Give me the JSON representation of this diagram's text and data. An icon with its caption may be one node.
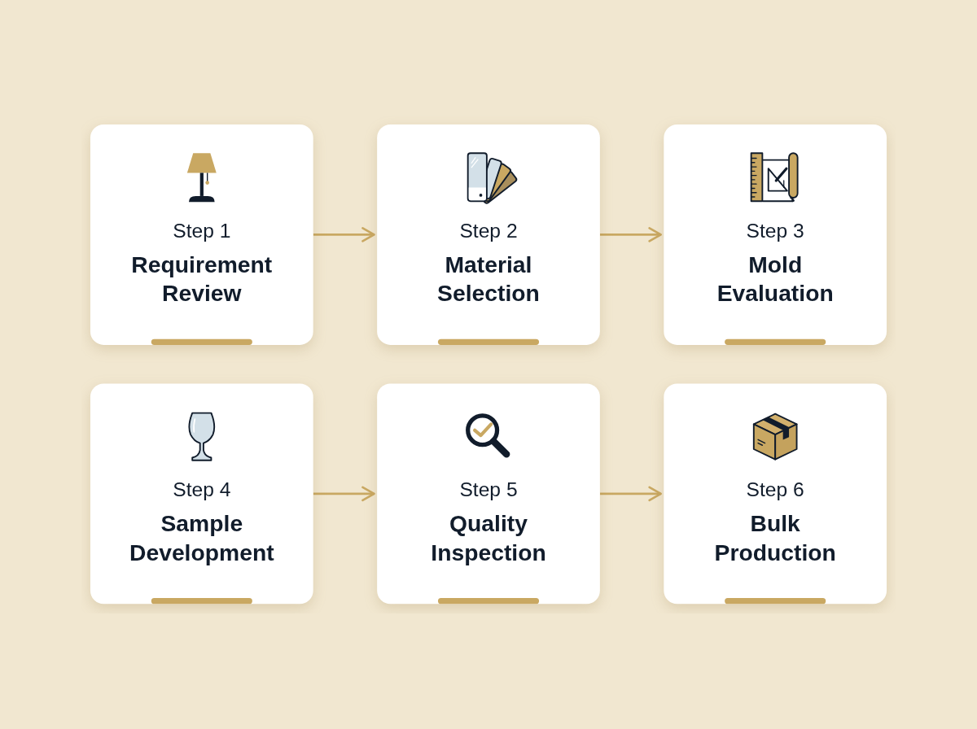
{
  "diagram": {
    "nodes": [
      {
        "text": [
          "Step 1",
          "Requirement Review"
        ]
      },
      {
        "text": [
          "Step 2",
          "Material Selection"
        ]
      },
      {
        "text": [
          "Step 3",
          "Mold Evaluation"
        ]
      },
      {
        "text": [
          "Step 4",
          "Sample Development"
        ]
      },
      {
        "text": [
          "Step 5",
          "Quality Inspection"
        ]
      },
      {
        "text": [
          "Step 6",
          "Bulk Production"
        ]
      }
    ],
    "edges": [
      {
        "from": 0,
        "to": 1,
        "arrow": "to"
      },
      {
        "from": 1,
        "to": 2,
        "arrow": "to"
      },
      {
        "from": 3,
        "to": 4,
        "arrow": "to"
      },
      {
        "from": 4,
        "to": 5,
        "arrow": "to"
      }
    ]
  }
}
